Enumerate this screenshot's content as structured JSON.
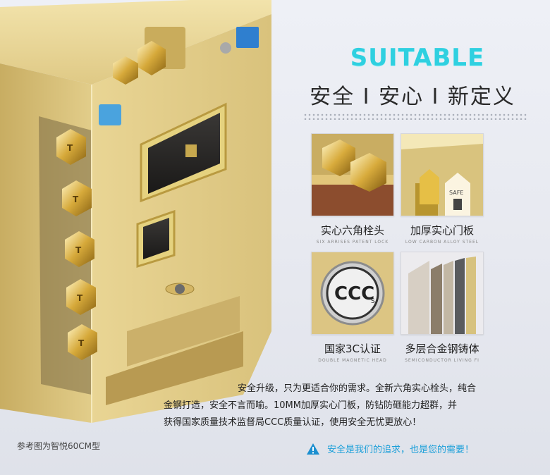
{
  "header": {
    "title": "SUITABLE",
    "subtitle": "安全 I 安心 I 新定义"
  },
  "features": [
    {
      "cn": "实心六角栓头",
      "en": "SIX ARRISES PATENT LOCK",
      "icon": "hex-bolt-icon"
    },
    {
      "cn": "加厚实心门板",
      "en": "LOW CARBON ALLOY STEEL",
      "icon": "steel-door-icon"
    },
    {
      "cn": "国家3C认证",
      "en": "DOUBLE MAGNETIC HEAD",
      "icon": "ccc-certification-icon"
    },
    {
      "cn": "多层合金钢铸体",
      "en": "SEMICONDUCTOR LIVING FI",
      "icon": "alloy-layers-icon"
    }
  ],
  "description": {
    "line1": "安全升级，只为更适合你的需求。全新六角实心栓头，纯合",
    "line2": "金钢打造，安全不言而喻。10MM加厚实心门板，防钻防砸能力超群，并",
    "line3": "获得国家质量技术监督局CCC质量认证，使用安全无忧更放心！"
  },
  "caption": "参考图为智悦60CM型",
  "slogan": "安全是我们的追求，也是您的需要！",
  "safe_badge": "SAFE",
  "colors": {
    "accent": "#2fd0e0",
    "gold": "#d8c07a",
    "slogan": "#1b9fd9"
  }
}
